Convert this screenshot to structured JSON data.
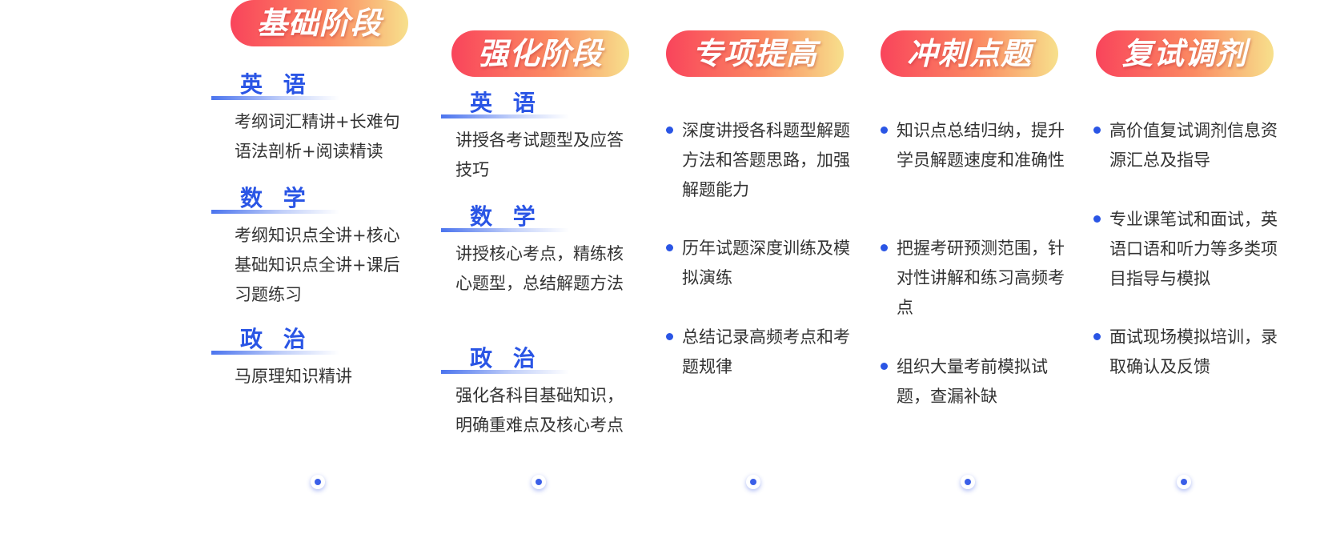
{
  "stages": [
    {
      "title": "基础阶段",
      "subjects": [
        {
          "name": "英 语",
          "desc": "考纲词汇精讲+长难句语法剖析+阅读精读"
        },
        {
          "name": "数 学",
          "desc": "考纲知识点全讲+核心基础知识点全讲+课后习题练习"
        },
        {
          "name": "政 治",
          "desc": "马原理知识精讲"
        }
      ]
    },
    {
      "title": "强化阶段",
      "subjects": [
        {
          "name": "英 语",
          "desc": "讲授各考试题型及应答技巧"
        },
        {
          "name": "数 学",
          "desc": "讲授核心考点，精练核心题型，总结解题方法"
        },
        {
          "name": "政 治",
          "desc": "强化各科目基础知识，明确重难点及核心考点"
        }
      ]
    },
    {
      "title": "专项提高",
      "bullets": [
        "深度讲授各科题型解题方法和答题思路，加强解题能力",
        "历年试题深度训练及模拟演练",
        "总结记录高频考点和考题规律"
      ]
    },
    {
      "title": "冲刺点题",
      "bullets": [
        "知识点总结归纳，提升学员解题速度和准确性",
        "把握考研预测范围，针对性讲解和练习高频考点",
        "组织大量考前模拟试题，查漏补缺"
      ]
    },
    {
      "title": "复试调剂",
      "bullets": [
        "高价值复试调剂信息资源汇总及指导",
        "专业课笔试和面试，英语口语和听力等多类项目指导与模拟",
        "面试现场模拟培训，录取确认及反馈"
      ]
    }
  ],
  "colors": {
    "accent_blue": "#2a55e5",
    "title_gradient_start": "#f9445b",
    "title_gradient_end": "#f7e08c"
  }
}
